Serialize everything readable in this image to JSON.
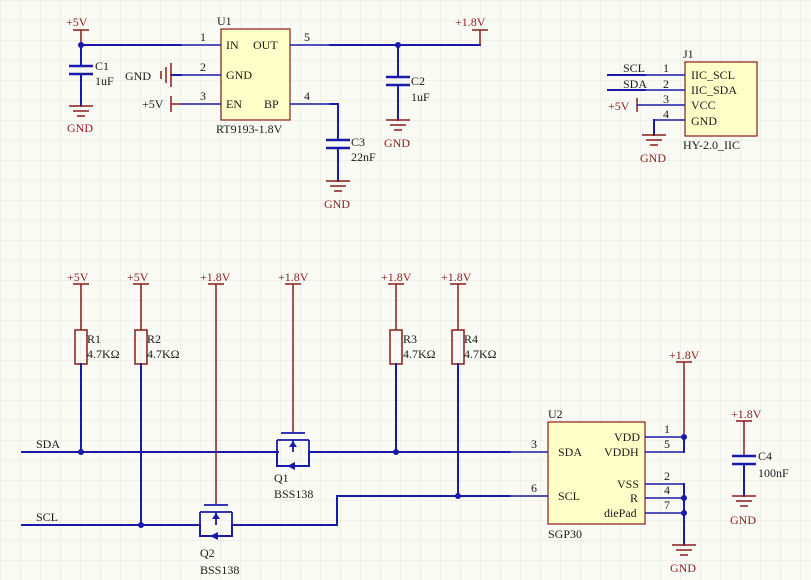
{
  "power": {
    "p5v": "+5V",
    "p1v8": "+1.8V",
    "gnd": "GND"
  },
  "u1": {
    "ref": "U1",
    "value": "RT9193-1.8V",
    "pins": [
      {
        "num": "1",
        "name": "IN"
      },
      {
        "num": "2",
        "name": "GND"
      },
      {
        "num": "3",
        "name": "EN"
      },
      {
        "num": "4",
        "name": "BP"
      },
      {
        "num": "5",
        "name": "OUT"
      }
    ]
  },
  "c1": {
    "ref": "C1",
    "value": "1uF"
  },
  "c2": {
    "ref": "C2",
    "value": "1uF"
  },
  "c3": {
    "ref": "C3",
    "value": "22nF"
  },
  "c4": {
    "ref": "C4",
    "value": "100nF"
  },
  "j1": {
    "ref": "J1",
    "value": "HY-2.0_IIC",
    "pins": [
      {
        "num": "1",
        "name": "IIC_SCL"
      },
      {
        "num": "2",
        "name": "IIC_SDA"
      },
      {
        "num": "3",
        "name": "VCC"
      },
      {
        "num": "4",
        "name": "GND"
      }
    ]
  },
  "nets": {
    "scl": "SCL",
    "sda": "SDA"
  },
  "resistors": [
    {
      "ref": "R1",
      "value": "4.7KΩ"
    },
    {
      "ref": "R2",
      "value": "4.7KΩ"
    },
    {
      "ref": "R3",
      "value": "4.7KΩ"
    },
    {
      "ref": "R4",
      "value": "4.7KΩ"
    }
  ],
  "q1": {
    "ref": "Q1",
    "value": "BSS138"
  },
  "q2": {
    "ref": "Q2",
    "value": "BSS138"
  },
  "u2": {
    "ref": "U2",
    "value": "SGP30",
    "pins": [
      {
        "num": "3",
        "name": "SDA"
      },
      {
        "num": "6",
        "name": "SCL"
      },
      {
        "num": "1",
        "name": "VDD"
      },
      {
        "num": "5",
        "name": "VDDH"
      },
      {
        "num": "2",
        "name": "VSS"
      },
      {
        "num": "4",
        "name": "R"
      },
      {
        "num": "7",
        "name": "diePad"
      }
    ]
  }
}
